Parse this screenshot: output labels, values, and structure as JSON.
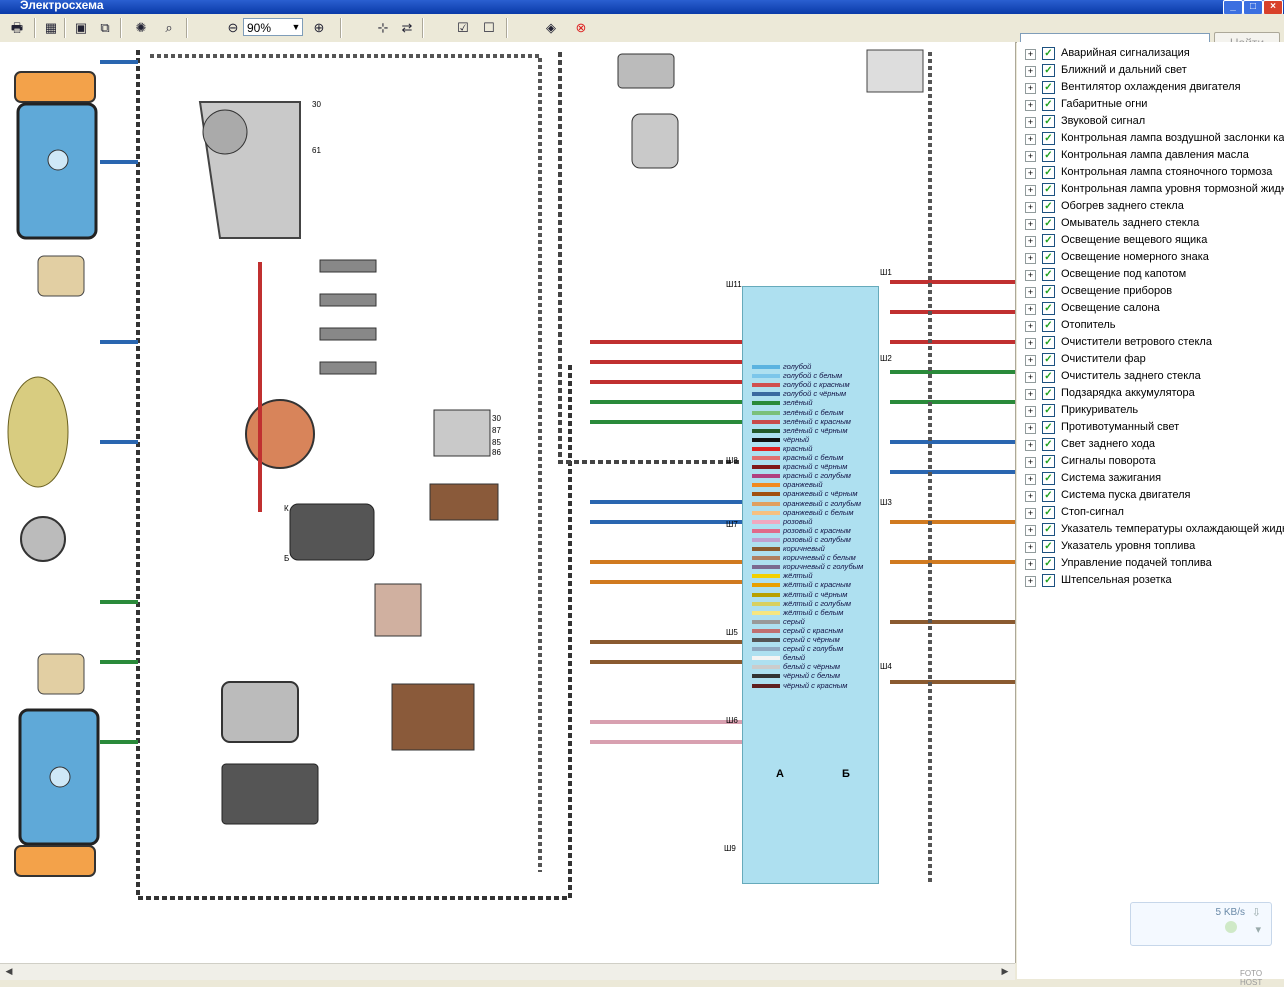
{
  "window": {
    "title": "Электросхема",
    "buttons": [
      "_",
      "□",
      "×"
    ]
  },
  "toolbar": {
    "zoom_value": "90%"
  },
  "search": {
    "placeholder": "",
    "button_label": "Найти"
  },
  "diagram": {
    "fuse_box_pins": [
      "Ш1",
      "Ш2",
      "Ш3",
      "Ш4",
      "Ш5",
      "Ш6",
      "Ш7",
      "Ш8",
      "Ш9",
      "Ш11"
    ],
    "connector_labels": [
      "А",
      "Б"
    ],
    "alternator_terminals": [
      "30",
      "61"
    ],
    "relay_terminals": [
      "30",
      "87",
      "85",
      "86"
    ],
    "coil_terminals": [
      "К",
      "Б"
    ],
    "wire_colors": [
      "голубой",
      "голубой с белым",
      "голубой с красным",
      "голубой с чёрным",
      "зелёный",
      "зелёный с белым",
      "зелёный с красным",
      "зелёный с чёрным",
      "чёрный",
      "красный",
      "красный с белым",
      "красный с чёрным",
      "красный с голубым",
      "оранжевый",
      "оранжевый с чёрным",
      "оранжевый с голубым",
      "оранжевый с белым",
      "розовый",
      "розовый с красным",
      "розовый с голубым",
      "коричневый",
      "коричневый с белым",
      "коричневый с голубым",
      "жёлтый",
      "жёлтый с красным",
      "жёлтый с чёрным",
      "жёлтый с голубым",
      "жёлтый с белым",
      "серый",
      "серый с красным",
      "серый с чёрным",
      "серый с голубым",
      "белый",
      "белый с чёрным",
      "чёрный с белым",
      "чёрный с красным"
    ]
  },
  "systems": [
    "Аварийная сигнализация",
    "Ближний и дальний свет",
    "Вентилятор охлаждения двигателя",
    "Габаритные огни",
    "Звуковой сигнал",
    "Контрольная лампа воздушной заслонки карб",
    "Контрольная лампа давления масла",
    "Контрольная лампа стояночного тормоза",
    "Контрольная лампа уровня тормозной жидкости",
    "Обогрев заднего стекла",
    "Омыватель заднего стекла",
    "Освещение вещевого ящика",
    "Освещение номерного знака",
    "Освещение под капотом",
    "Освещение приборов",
    "Освещение салона",
    "Отопитель",
    "Очистители ветрового стекла",
    "Очистители фар",
    "Очиститель заднего стекла",
    "Подзарядка аккумулятора",
    "Прикуриватель",
    "Противотуманный свет",
    "Свет заднего хода",
    "Сигналы поворота",
    "Система зажигания",
    "Система пуска двигателя",
    "Стоп-сигнал",
    "Указатель температуры охлаждающей жидкости",
    "Указатель уровня топлива",
    "Управление подачей топлива",
    "Штепсельная розетка"
  ],
  "download": {
    "speed": "5 KB/s"
  },
  "footer": {
    "brand": "FOTO HOST"
  },
  "colors": {
    "titlebar": "#0a3aa8",
    "fusebox": "#aee0f0",
    "terminal": "#f5d800"
  }
}
